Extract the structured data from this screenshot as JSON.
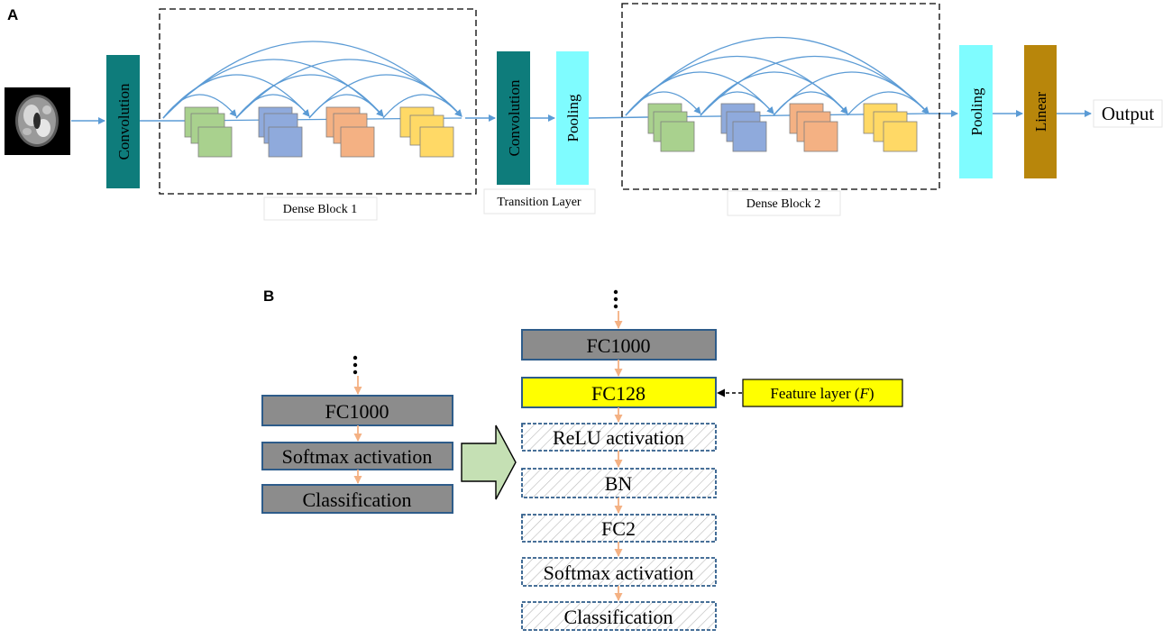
{
  "panel_a": {
    "label": "A",
    "layers": {
      "conv1": "Convolution",
      "conv2": "Convolution",
      "pool1": "Pooling",
      "pool2": "Pooling",
      "linear": "Linear"
    },
    "captions": {
      "dense_block_1": "Dense Block 1",
      "transition_layer": "Transition Layer",
      "dense_block_2": "Dense Block 2"
    },
    "output": "Output"
  },
  "panel_b": {
    "label": "B",
    "left_stack": [
      "FC1000",
      "Softmax activation",
      "Classification"
    ],
    "right_stack": {
      "fc1000": "FC1000",
      "fc128": "FC128",
      "relu": "ReLU activation",
      "bn": "BN",
      "fc2": "FC2",
      "softmax": "Softmax activation",
      "classification": "Classification"
    },
    "feature_layer_prefix": "Feature layer (",
    "feature_layer_symbol": "F",
    "feature_layer_suffix": ")"
  },
  "colors": {
    "arrow_blue": "#5b9bd5",
    "arrow_orange": "#f4b183",
    "teal": "#0e7c7b",
    "cyan": "#7ffcff",
    "gold": "#b8860b",
    "gray_box": "#8c8c8c",
    "box_border": "#2e5c8a",
    "yellow": "#ffff00",
    "green_fm": "#a9d18e",
    "blue_fm": "#8faadc",
    "orange_fm": "#f4b183",
    "yellow_fm": "#ffd966",
    "big_arrow": "#c5e0b4"
  }
}
